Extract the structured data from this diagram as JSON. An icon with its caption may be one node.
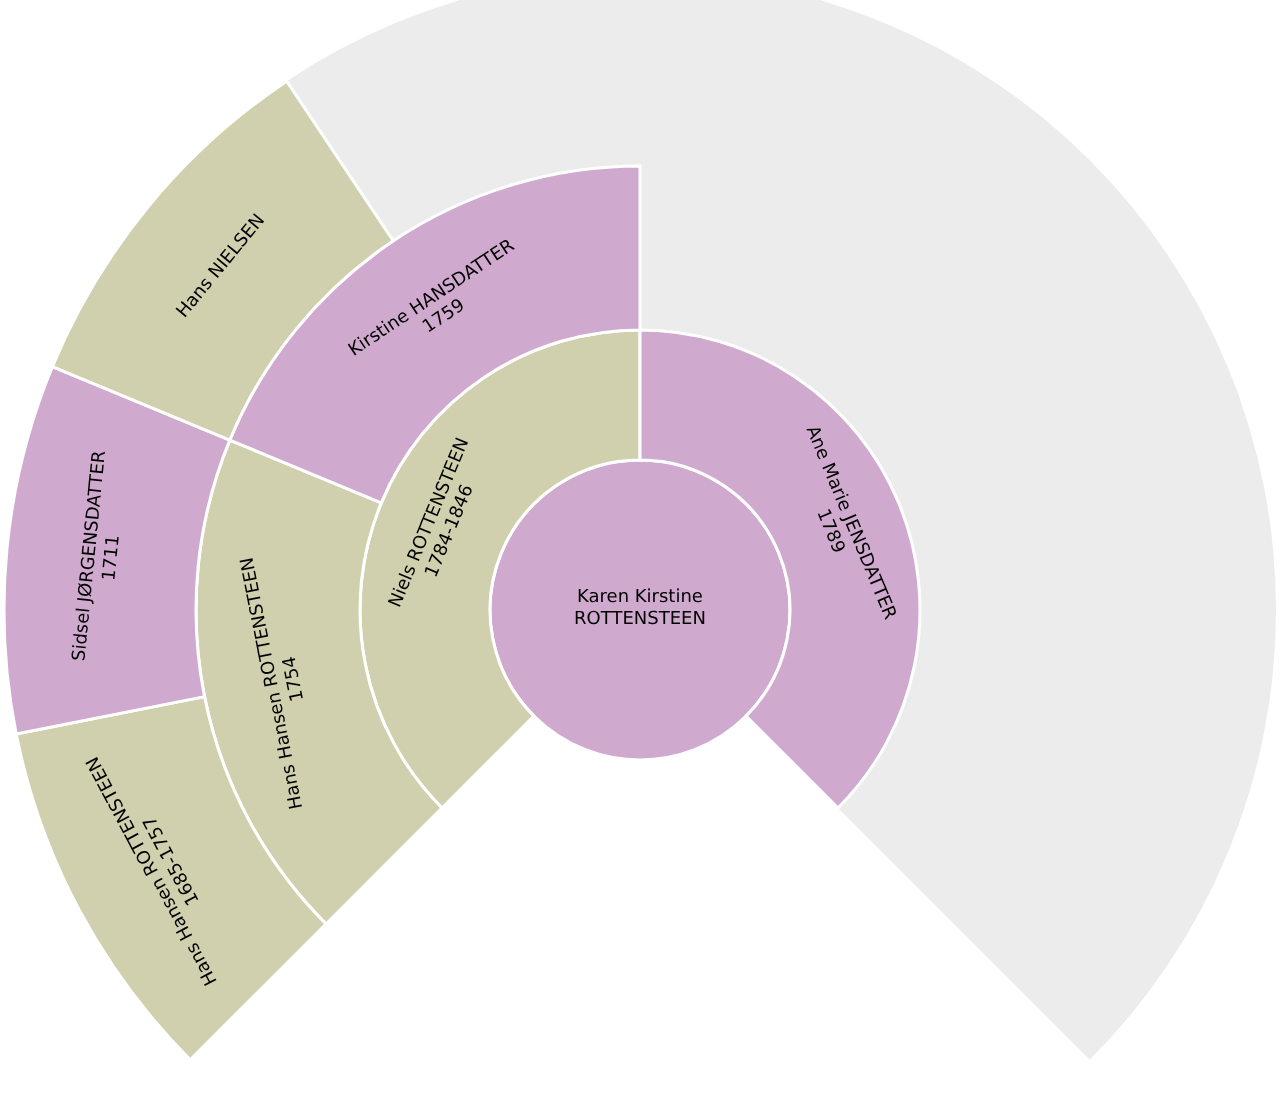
{
  "diagram": {
    "nodes": [
      {
        "text": [
          "Karen Kirstine ROTTENSTEEN"
        ]
      },
      {
        "text": [
          "Niels ROTTENSTEEN",
          "1784-1846"
        ]
      },
      {
        "text": [
          "Ane Marie JENSDATTER",
          "1789"
        ]
      },
      {
        "text": [
          "Hans Hansen ROTTENSTEEN",
          "1754"
        ]
      },
      {
        "text": [
          "Kirstine HANSDATTER",
          "1759"
        ]
      },
      {
        "text": [
          "Hans Hansen ROTTENSTEEN",
          "1685-1757"
        ]
      },
      {
        "text": [
          "Sidsel JØRGENSDATTER",
          "1711"
        ]
      },
      {
        "text": [
          "Hans NIELSEN"
        ]
      }
    ]
  }
}
